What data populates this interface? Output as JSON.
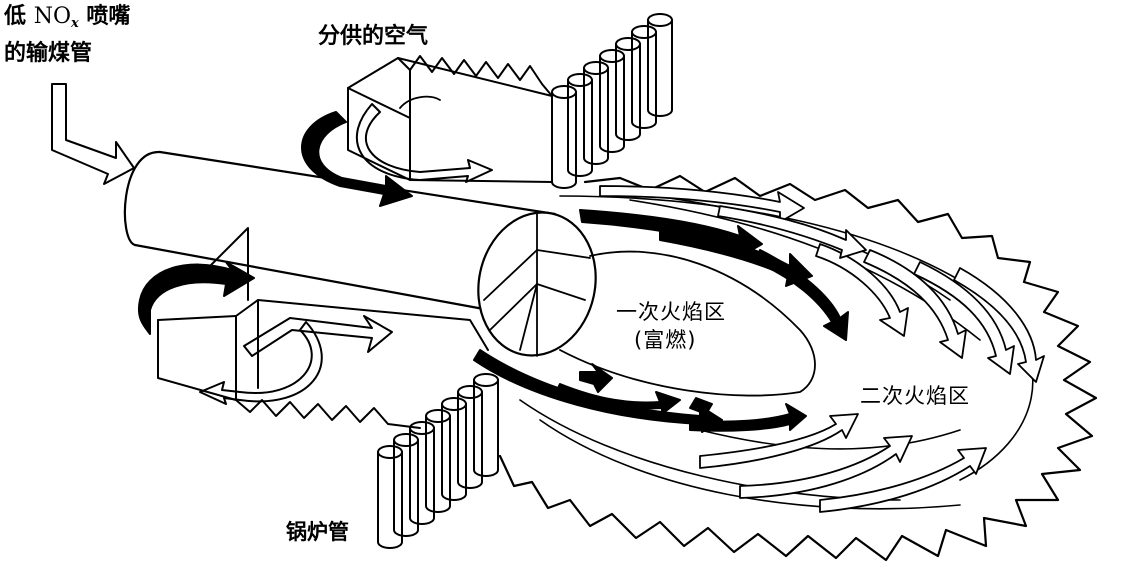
{
  "labels": {
    "nozzle_line1_prefix": "低",
    "nozzle_line1_no": "NO",
    "nozzle_line1_sub": "x",
    "nozzle_line1_suffix": "喷嘴",
    "nozzle_line2": "的输煤管",
    "split_air": "分供的空气",
    "primary_zone": "一次火焰区",
    "primary_zone_note": "(富燃)",
    "secondary_zone": "二次火焰区",
    "boiler_tubes": "锅炉管"
  },
  "colors": {
    "ink": "#000000",
    "paper": "#ffffff"
  }
}
